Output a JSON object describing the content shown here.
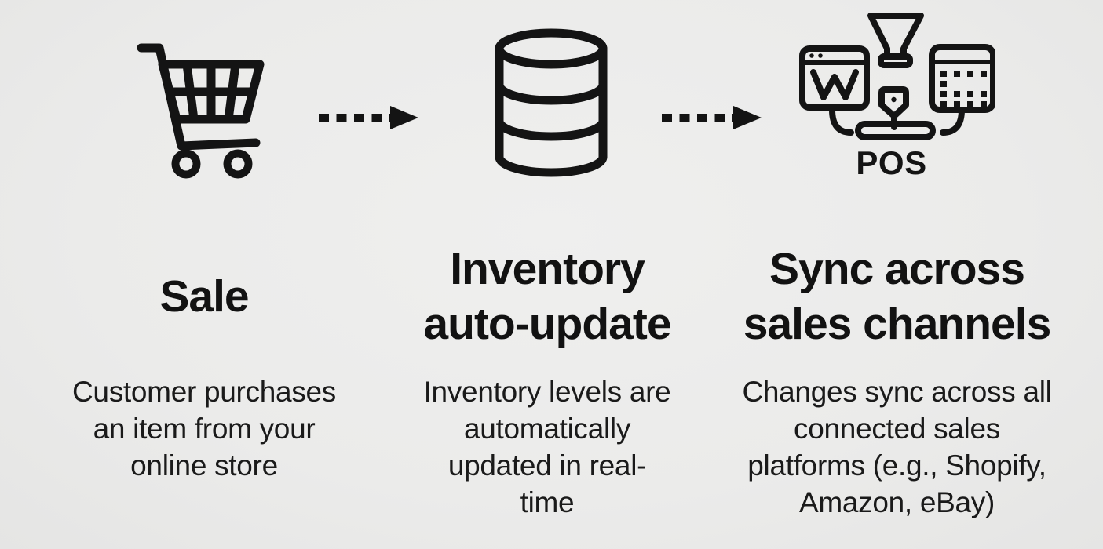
{
  "diagram": {
    "name": "inventory-sync-flow",
    "background_color": "#ebebea",
    "ink_color": "#141414",
    "arrow_style": "dashed-right-arrow",
    "columns": [
      {
        "id": "sale",
        "icon": "shopping-cart-icon",
        "title_lines": [
          "Sale"
        ],
        "body_lines": [
          "Customer purchases",
          "an item from your",
          "online store"
        ]
      },
      {
        "id": "inventory-auto-update",
        "icon": "database-icon",
        "title_lines": [
          "Inventory",
          "auto-update"
        ],
        "body_lines": [
          "Inventory levels are",
          "automatically",
          "updated in real-",
          "time"
        ]
      },
      {
        "id": "sync-across-sales-channels",
        "icon": "pos-system-icon",
        "icon_caption": "POS",
        "title_lines": [
          "Sync across",
          "sales channels"
        ],
        "body_lines": [
          "Changes sync across all",
          "connected sales",
          "platforms (e.g., Shopify,",
          "Amazon, eBay)"
        ]
      }
    ]
  }
}
